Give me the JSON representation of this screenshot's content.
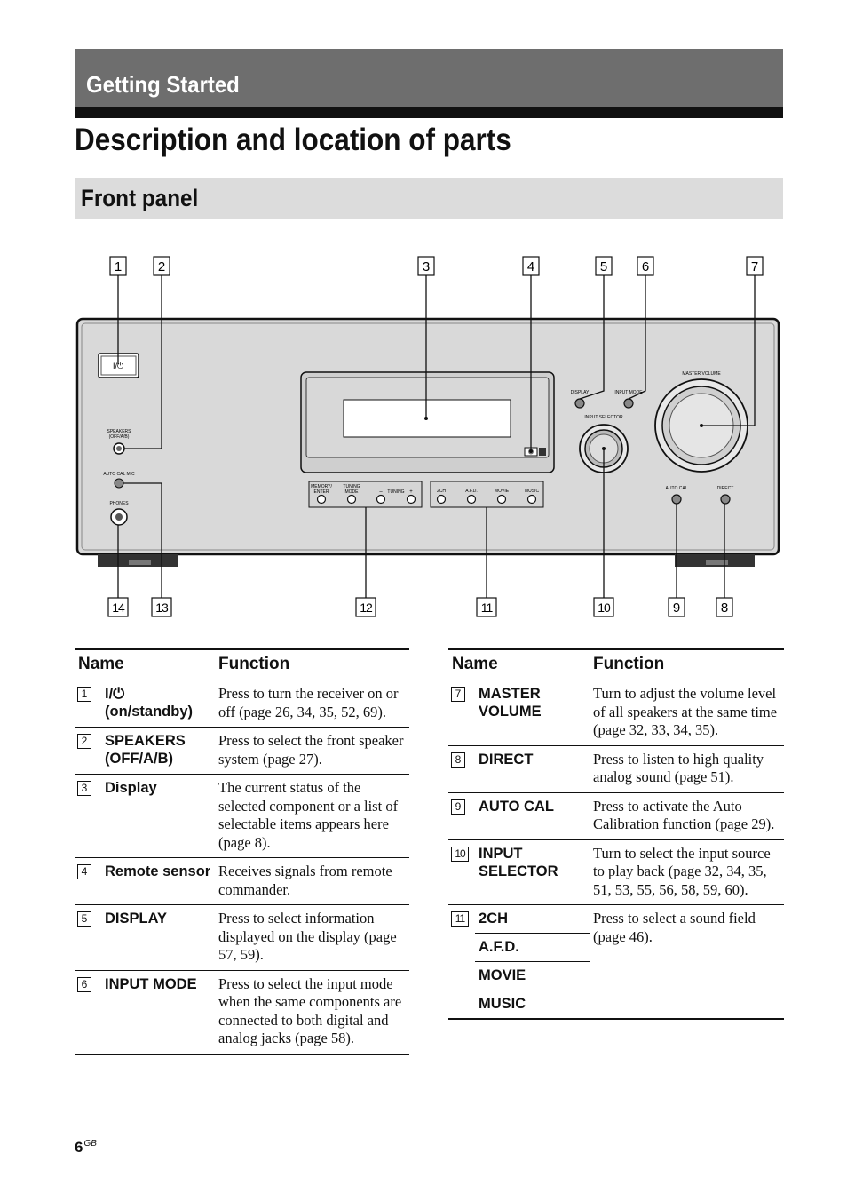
{
  "header": {
    "section": "Getting Started",
    "title": "Description and location of parts",
    "subsection": "Front panel"
  },
  "diagram": {
    "callouts": [
      "1",
      "2",
      "3",
      "4",
      "5",
      "6",
      "7",
      "8",
      "9",
      "10",
      "11",
      "12",
      "13",
      "14"
    ],
    "panel_labels": {
      "power": "I/⏻",
      "speakers": "SPEAKERS",
      "speakers_sub": "(OFF/A/B)",
      "auto_cal_mic": "AUTO CAL MIC",
      "phones": "PHONES",
      "memory": "MEMORY/",
      "enter": "ENTER",
      "tuning_mode_1": "TUNING",
      "tuning_mode_2": "MODE",
      "tuning": "TUNING",
      "minus": "–",
      "plus": "+",
      "btn_2ch": "2CH",
      "btn_afd": "A.F.D.",
      "btn_movie": "MOVIE",
      "btn_music": "MUSIC",
      "display": "DISPLAY",
      "input_mode": "INPUT MODE",
      "input_selector": "INPUT SELECTOR",
      "master_volume": "MASTER VOLUME",
      "auto_cal": "AUTO CAL",
      "direct": "DIRECT"
    }
  },
  "table_left": {
    "headers": [
      "Name",
      "Function"
    ],
    "rows": [
      {
        "num": "1",
        "name": "I/⏻ (on/standby)",
        "function": "Press to turn the receiver on or off (page 26, 34, 35, 52, 69)."
      },
      {
        "num": "2",
        "name": "SPEAKERS (OFF/A/B)",
        "function": "Press to select the front speaker system (page 27)."
      },
      {
        "num": "3",
        "name": "Display",
        "function": "The current status of the selected component or a list of selectable items appears here (page 8)."
      },
      {
        "num": "4",
        "name": "Remote sensor",
        "function": "Receives signals from remote commander."
      },
      {
        "num": "5",
        "name": "DISPLAY",
        "function": "Press to select information displayed on the display (page 57, 59)."
      },
      {
        "num": "6",
        "name": "INPUT MODE",
        "function": "Press to select the input mode when the same components are connected to both digital and analog jacks (page 58)."
      }
    ]
  },
  "table_right": {
    "headers": [
      "Name",
      "Function"
    ],
    "rows": [
      {
        "num": "7",
        "name": "MASTER VOLUME",
        "function": "Turn to adjust the volume level of all speakers at the same time (page 32, 33, 34, 35)."
      },
      {
        "num": "8",
        "name": "DIRECT",
        "function": "Press to listen to high quality analog sound (page 51)."
      },
      {
        "num": "9",
        "name": "AUTO CAL",
        "function": "Press to activate the Auto Calibration function (page 29)."
      },
      {
        "num": "10",
        "name": "INPUT SELECTOR",
        "function": "Turn to select the input source to play back (page 32, 34, 35, 51, 53, 55, 56, 58, 59, 60)."
      }
    ],
    "group": {
      "num": "11",
      "names": [
        "2CH",
        "A.F.D.",
        "MOVIE",
        "MUSIC"
      ],
      "function": "Press to select a sound field (page 46)."
    }
  },
  "footer": {
    "page": "6",
    "suffix": "GB"
  }
}
